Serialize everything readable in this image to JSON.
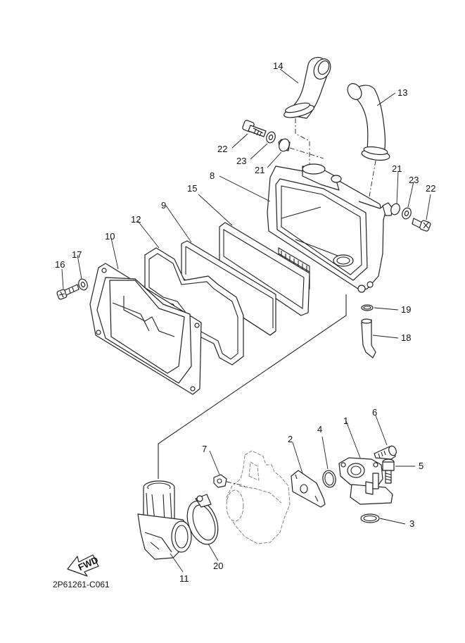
{
  "diagram_code": "2P61261-C061",
  "fwd_label": "FWD",
  "callouts": {
    "c1": "1",
    "c2": "2",
    "c3": "3",
    "c4": "4",
    "c5": "5",
    "c6": "6",
    "c7": "7",
    "c8": "8",
    "c9": "9",
    "c10": "10",
    "c11": "11",
    "c12": "12",
    "c13": "13",
    "c14": "14",
    "c15": "15",
    "c16": "16",
    "c17": "17",
    "c18": "18",
    "c19": "19",
    "c20": "20",
    "c21a": "21",
    "c21b": "21",
    "c22a": "22",
    "c22b": "22",
    "c23a": "23",
    "c23b": "23"
  }
}
